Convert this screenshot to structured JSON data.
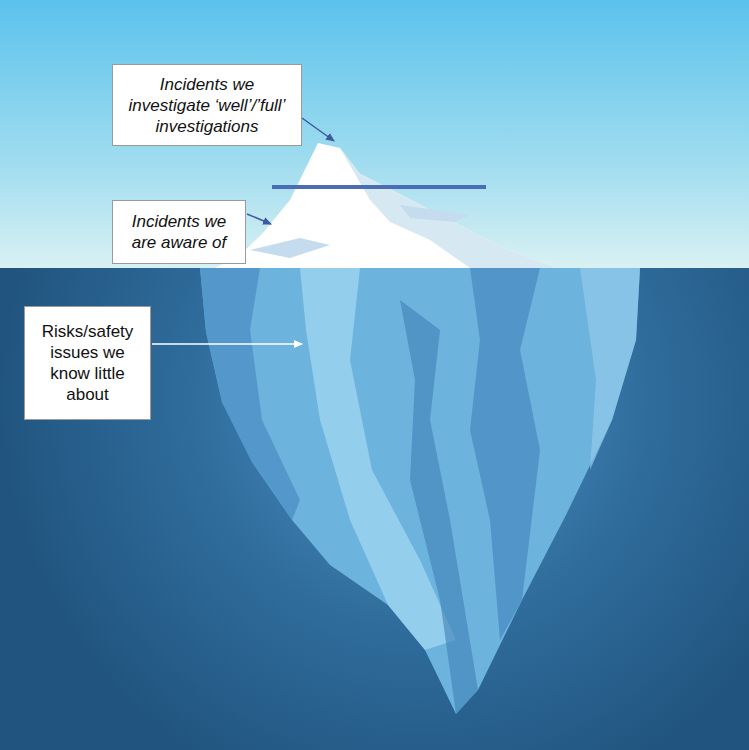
{
  "diagram": {
    "nodes": [
      {
        "text": [
          "Incidents we investigate ‘well’/’full’ investigations"
        ]
      },
      {
        "text": [
          "Incidents we are aware of"
        ]
      },
      {
        "text": [
          "Risks/safety issues we know little about"
        ]
      }
    ]
  }
}
